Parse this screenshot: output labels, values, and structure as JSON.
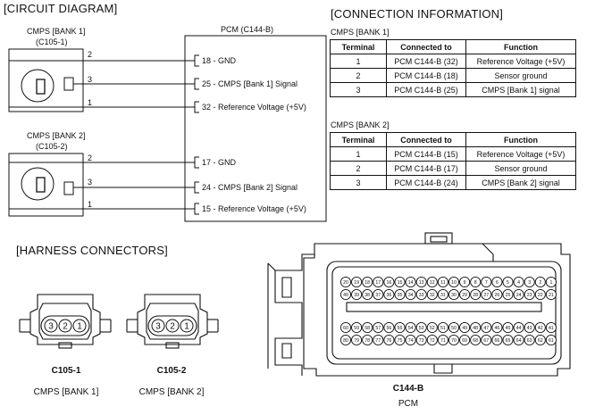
{
  "circuit": {
    "header": "[CIRCUIT DIAGRAM]",
    "pcm_title": "PCM (C144-B)",
    "sensor1": {
      "name": "CMPS [BANK 1]",
      "connector": "(C105-1)"
    },
    "sensor2": {
      "name": "CMPS [BANK 2]",
      "connector": "(C105-2)"
    },
    "wires1": [
      {
        "pin": "2",
        "label": "18 - GND"
      },
      {
        "pin": "3",
        "label": "25 - CMPS [Bank 1] Signal"
      },
      {
        "pin": "1",
        "label": "32 - Reference Voltage (+5V)"
      }
    ],
    "wires2": [
      {
        "pin": "2",
        "label": "17 - GND"
      },
      {
        "pin": "3",
        "label": "24 - CMPS [Bank 2] Signal"
      },
      {
        "pin": "1",
        "label": "15 - Reference Voltage (+5V)"
      }
    ]
  },
  "connection": {
    "header": "[CONNECTION INFORMATION]",
    "columns": [
      "Terminal",
      "Connected to",
      "Function"
    ],
    "bank1": {
      "title": "CMPS [BANK 1]",
      "rows": [
        [
          "1",
          "PCM C144-B (32)",
          "Reference Voltage (+5V)"
        ],
        [
          "2",
          "PCM C144-B (18)",
          "Sensor ground"
        ],
        [
          "3",
          "PCM C144-B (25)",
          "CMPS [Bank 1] signal"
        ]
      ]
    },
    "bank2": {
      "title": "CMPS [BANK 2]",
      "rows": [
        [
          "1",
          "PCM C144-B (15)",
          "Reference Voltage (+5V)"
        ],
        [
          "2",
          "PCM C144-B (17)",
          "Sensor ground"
        ],
        [
          "3",
          "PCM C144-B (24)",
          "CMPS [Bank 2] signal"
        ]
      ]
    }
  },
  "harness": {
    "header": "[HARNESS CONNECTORS]",
    "pins_small": [
      "3",
      "2",
      "1"
    ],
    "c1": {
      "id": "C105-1",
      "desc": "CMPS [BANK 1]"
    },
    "c2": {
      "id": "C105-2",
      "desc": "CMPS [BANK 2]"
    },
    "pcm": {
      "id": "C144-B",
      "desc": "PCM",
      "row1": [
        "20",
        "19",
        "18",
        "17",
        "16",
        "15",
        "14",
        "13",
        "12",
        "11",
        "10",
        "9",
        "8",
        "7",
        "6",
        "5",
        "4",
        "3",
        "2",
        "1"
      ],
      "row2": [
        "40",
        "39",
        "38",
        "37",
        "36",
        "35",
        "34",
        "33",
        "32",
        "31",
        "30",
        "29",
        "28",
        "27",
        "26",
        "25",
        "24",
        "23",
        "22",
        "21"
      ],
      "row3": [
        "60",
        "59",
        "58",
        "57",
        "56",
        "55",
        "54",
        "53",
        "52",
        "51",
        "50",
        "49",
        "48",
        "47",
        "46",
        "45",
        "44",
        "43",
        "42",
        "41"
      ],
      "row4": [
        "80",
        "79",
        "78",
        "77",
        "76",
        "75",
        "74",
        "73",
        "72",
        "71",
        "70",
        "69",
        "68",
        "67",
        "66",
        "65",
        "64",
        "63",
        "62",
        "61"
      ]
    }
  }
}
